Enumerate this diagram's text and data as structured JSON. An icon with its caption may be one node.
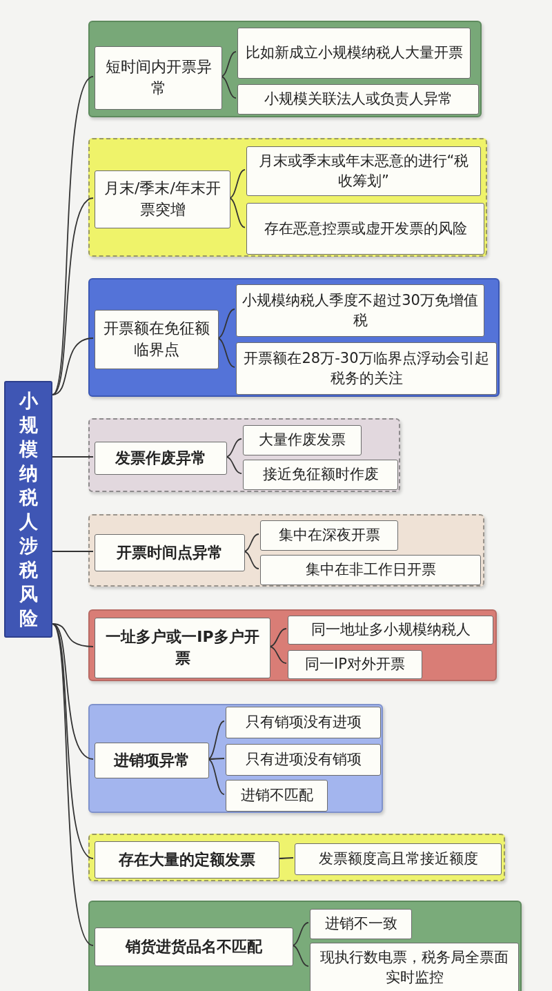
{
  "diagram": {
    "nodes": [
      {
        "text": [
          "小规模纳税人涉税风险"
        ]
      },
      {
        "text": [],
        "shape": "box"
      },
      {
        "text": [
          "短时间内开票异常"
        ],
        "in": 1
      },
      {
        "text": [
          "比如新成立小规模纳税人大量开票"
        ],
        "in": 1
      },
      {
        "text": [
          "小规模关联法人或负责人异常"
        ],
        "in": 1
      },
      {
        "text": [],
        "shape": "box"
      },
      {
        "text": [
          "月末/季末/年末开票突增"
        ],
        "in": 5
      },
      {
        "text": [
          "月末或季末或年末恶意的进行“税收筹划”"
        ],
        "in": 5
      },
      {
        "text": [
          "存在恶意控票或虚开发票的风险"
        ],
        "in": 5
      },
      {
        "text": [],
        "shape": "box"
      },
      {
        "text": [
          "开票额在免征额临界点"
        ],
        "in": 9
      },
      {
        "text": [
          "小规模纳税人季度不超过30万免增值税"
        ],
        "in": 9
      },
      {
        "text": [
          "开票额在28万-30万临界点浮动会引起税务的关注"
        ],
        "in": 9
      },
      {
        "text": [],
        "shape": "box"
      },
      {
        "text": [
          "发票作废异常"
        ],
        "in": 13
      },
      {
        "text": [
          "大量作废发票"
        ],
        "in": 13
      },
      {
        "text": [
          "接近免征额时作废"
        ],
        "in": 13
      },
      {
        "text": [],
        "shape": "box"
      },
      {
        "text": [
          "开票时间点异常"
        ],
        "in": 17
      },
      {
        "text": [
          "集中在深夜开票"
        ],
        "in": 17
      },
      {
        "text": [
          "集中在非工作日开票"
        ],
        "in": 17
      },
      {
        "text": [],
        "shape": "box"
      },
      {
        "text": [
          "一址多户或一IP多户开票"
        ],
        "in": 21
      },
      {
        "text": [
          "同一地址多小规模纳税人"
        ],
        "in": 21
      },
      {
        "text": [
          "同一IP对外开票"
        ],
        "in": 21
      },
      {
        "text": [],
        "shape": "box"
      },
      {
        "text": [
          "进销项异常"
        ],
        "in": 25
      },
      {
        "text": [
          "只有销项没有进项"
        ],
        "in": 25
      },
      {
        "text": [
          "只有进项没有销项"
        ],
        "in": 25
      },
      {
        "text": [
          "进销不匹配"
        ],
        "in": 25
      },
      {
        "text": [],
        "shape": "box"
      },
      {
        "text": [
          "存在大量的定额发票"
        ],
        "in": 30
      },
      {
        "text": [
          "发票额度高且常接近额度"
        ],
        "in": 30
      },
      {
        "text": [],
        "shape": "box"
      },
      {
        "text": [
          "销货进货品名不匹配"
        ],
        "in": 33
      },
      {
        "text": [
          "进销不一致"
        ],
        "in": 33
      },
      {
        "text": [
          "现执行数电票，税务局全票面实时监控"
        ],
        "in": 33
      }
    ],
    "edges": [
      {
        "from": 0,
        "to": 2,
        "arrow": "none"
      },
      {
        "from": 2,
        "to": 3,
        "arrow": "none"
      },
      {
        "from": 2,
        "to": 4,
        "arrow": "none"
      },
      {
        "from": 0,
        "to": 6,
        "arrow": "none"
      },
      {
        "from": 6,
        "to": 7,
        "arrow": "none"
      },
      {
        "from": 6,
        "to": 8,
        "arrow": "none"
      },
      {
        "from": 0,
        "to": 10,
        "arrow": "none"
      },
      {
        "from": 10,
        "to": 11,
        "arrow": "none"
      },
      {
        "from": 10,
        "to": 12,
        "arrow": "none"
      },
      {
        "from": 0,
        "to": 14,
        "arrow": "none"
      },
      {
        "from": 14,
        "to": 15,
        "arrow": "none"
      },
      {
        "from": 14,
        "to": 16,
        "arrow": "none"
      },
      {
        "from": 0,
        "to": 18,
        "arrow": "none"
      },
      {
        "from": 18,
        "to": 19,
        "arrow": "none"
      },
      {
        "from": 18,
        "to": 20,
        "arrow": "none"
      },
      {
        "from": 0,
        "to": 22,
        "arrow": "none"
      },
      {
        "from": 22,
        "to": 23,
        "arrow": "none"
      },
      {
        "from": 22,
        "to": 24,
        "arrow": "none"
      },
      {
        "from": 0,
        "to": 26,
        "arrow": "none"
      },
      {
        "from": 26,
        "to": 27,
        "arrow": "none"
      },
      {
        "from": 26,
        "to": 28,
        "arrow": "none"
      },
      {
        "from": 26,
        "to": 29,
        "arrow": "none"
      },
      {
        "from": 0,
        "to": 31,
        "arrow": "none"
      },
      {
        "from": 31,
        "to": 32,
        "arrow": "none"
      },
      {
        "from": 0,
        "to": 34,
        "arrow": "none"
      },
      {
        "from": 34,
        "to": 35,
        "arrow": "none"
      },
      {
        "from": 34,
        "to": 36,
        "arrow": "none"
      }
    ]
  }
}
